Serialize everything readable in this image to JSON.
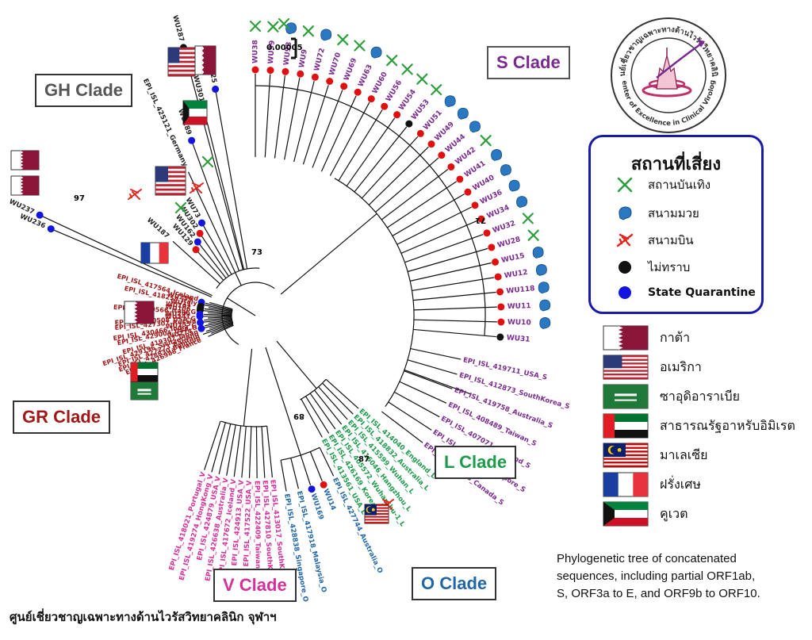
{
  "clades": {
    "gh": "GH Clade",
    "s": "S Clade",
    "gr": "GR Clade",
    "l": "L Clade",
    "v": "V Clade",
    "o": "O Clade"
  },
  "scale_label": "0.00005",
  "bootstrap": [
    "97",
    "73",
    "71",
    "89",
    "87"
  ],
  "tips": {
    "s": [
      "WU38",
      "WU99",
      "WU98",
      "WU9",
      "WU72",
      "WU70",
      "WU69",
      "WU63",
      "WU60",
      "WU56",
      "WU54",
      "WU53",
      "WU51",
      "WU49",
      "WU44",
      "WU42",
      "WU41",
      "WU40",
      "WU36",
      "WU34",
      "WU32",
      "WU28",
      "WU15",
      "WU12",
      "WU118",
      "WU11",
      "WU10",
      "WU31",
      "EPI_ISL_419711_USA_S",
      "EPI_ISL_412873_SouthKorea_S",
      "EPI_ISL_419758_Australia_S",
      "EPI_ISL_408489_Taiwan_S",
      "EPI_ISL_407071_England_S",
      "EPI_ISL_410535_Singapore_S",
      "EPI_ISL_418848_Canada_S"
    ],
    "l": [
      "EPI_ISL_414040_England_L",
      "EPI_ISL_418832_Australia_L",
      "EPI_ISL_415599_Wuhan_L",
      "EPI_ISL_416046_Hangzhou_L",
      "EPI_ISL_405572_Wuhan-hu-1_L",
      "EPI_ISL_426169_Korea_L",
      "EPI_ISL_413561_USA_L"
    ],
    "o": [
      "EPI_ISL_427744_Australia_O",
      "WU14",
      "WU169",
      "EPI_ISL_417918_Malaysia_O",
      "EPI_ISL_428838_Singapore_O"
    ],
    "v": [
      "EPI_ISL_413017_SouthKorea_V",
      "EPI_ISL_427810_SouthKorea_V",
      "EPI_ISL_422409_Taiwan_V",
      "EPI_ISL_417522_USA_V",
      "EPI_ISL_424913_USA_V",
      "EPI_ISL_417672_Iceland_V",
      "EPI_ISL_426638_Australia_V",
      "EPI_ISL_424879_USA_V",
      "EPI_ISL_419274_HongKong_V",
      "EPI_ISL_418021_Portugal_V"
    ],
    "gr": [
      "EPI_ISL_417564_Iceland",
      "WU259",
      "EPI_ISL_418259_Italy",
      "WU11",
      "WU102",
      "WU106",
      "EPI_ISL_420566_Italy_G",
      "WU249",
      "WU241",
      "EPI_ISL_420508_USA_G",
      "EPI_ISL_427307_Russia",
      "WU255",
      "EPI_ISL_430466_India_G",
      "EPI_ISL_429004_USA_G",
      "WU274",
      "EPI_ISL_419307_Japan",
      "EPI_ISL_429196_Switzerland",
      "EPI_ISL_427273_Bahrain",
      "EPI_ISL_428830_Belgium",
      "EPI_ISL_426988_France"
    ],
    "gh": [
      "WU287",
      "WU25",
      "WU301",
      "WU289",
      "EPI_ISL_425121_Germany",
      "WU73",
      "WU302",
      "WU162",
      "WU129",
      "WU187",
      "WU237",
      "WU236"
    ]
  },
  "legend": {
    "title": "สถานที่เสี่ยง",
    "items": [
      {
        "label": "สถานบันเทิง",
        "icon": "cutlery-icon",
        "color": "#2e9e3e"
      },
      {
        "label": "สนามมวย",
        "icon": "boxing-glove-icon",
        "color": "#2b78c2"
      },
      {
        "label": "สนามบิน",
        "icon": "airplane-icon",
        "color": "#e0281e"
      },
      {
        "label": "ไม่ทราบ",
        "icon": "black-dot-icon",
        "color": "#111111"
      },
      {
        "label": "State Quarantine",
        "icon": "blue-dot-icon",
        "color": "#1414e0"
      }
    ]
  },
  "flags": [
    {
      "label": "กาต้า",
      "icon": "qatar-flag-icon"
    },
    {
      "label": "อเมริกา",
      "icon": "usa-flag-icon"
    },
    {
      "label": "ซาอุดิอาราเบีย",
      "icon": "saudi-flag-icon"
    },
    {
      "label": "สาธารณรัฐอาหรับอิมิเรต",
      "icon": "uae-flag-icon"
    },
    {
      "label": "มาเลเซีย",
      "icon": "malaysia-flag-icon"
    },
    {
      "label": "ฝรั่งเศษ",
      "icon": "france-flag-icon"
    },
    {
      "label": "คูเวต",
      "icon": "kuwait-flag-icon"
    }
  ],
  "caption": [
    "Phylogenetic tree of concatenated",
    "sequences,  including partial ORF1ab,",
    "S, ORF3a to E, and ORF9b to ORF10."
  ],
  "footer": "ศูนย์เชี่ยวชาญเฉพาะทางด้านไวรัสวิทยาคลินิก จุฬาฯ",
  "logo": {
    "top": "ศูนย์เชี่ยวชาญเฉพาะทางด้านไวรัสวิทยาคลินิก",
    "bottom": "Center of Excellence in Clinical Virology"
  },
  "colors": {
    "s": "#7a2a8f",
    "l": "#1d9a4a",
    "o": "#2066a8",
    "v": "#d6309a",
    "gr": "#a01818",
    "gh": "#222222",
    "red_dot": "#e01010"
  }
}
